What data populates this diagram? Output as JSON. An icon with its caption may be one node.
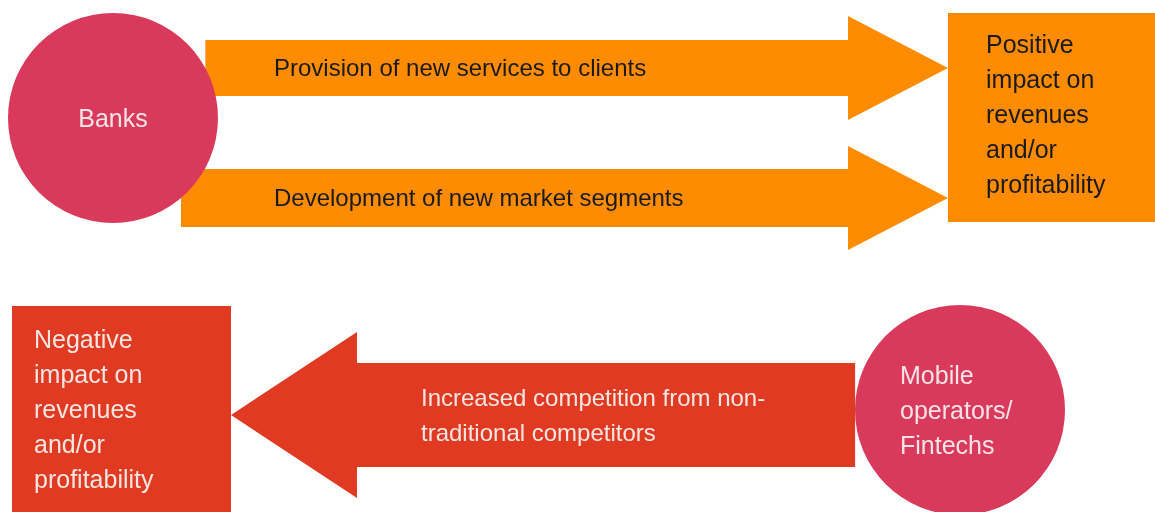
{
  "diagram": {
    "nodes": [
      {
        "text": [
          "Banks"
        ]
      },
      {
        "text": [
          "Positive impact on revenues and/or profitability"
        ]
      },
      {
        "text": [
          "Negative impact on revenues and/or profitability"
        ]
      },
      {
        "text": [
          "Mobile operators/ Fintechs"
        ]
      }
    ],
    "edges": [
      {
        "from": 0,
        "to": 1,
        "arrow": "to",
        "label": "Provision of new services to clients"
      },
      {
        "from": 0,
        "to": 1,
        "arrow": "to",
        "label": "Development of new market segments"
      },
      {
        "from": 3,
        "to": 2,
        "arrow": "to",
        "label": "Increased competition from non-traditional competitors",
        "color": "#e03a22"
      }
    ]
  }
}
